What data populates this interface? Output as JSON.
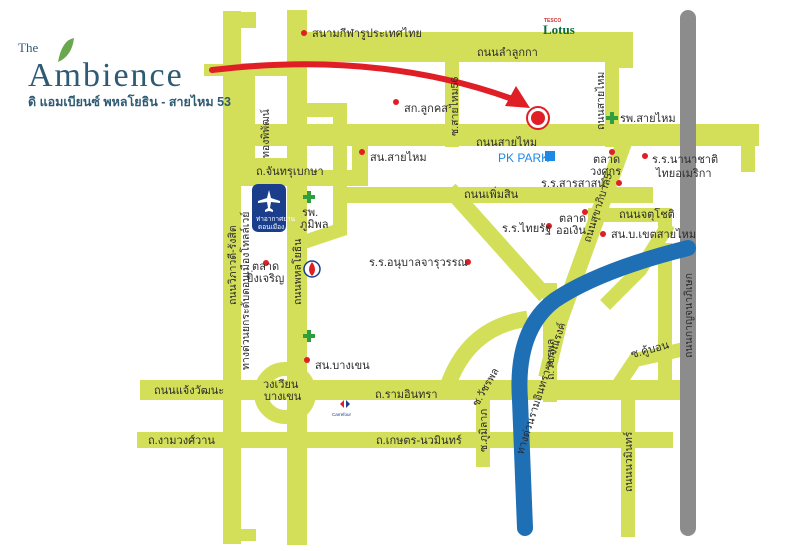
{
  "logo": {
    "the": "The",
    "name": "Ambience",
    "subtitle": "ดิ แอมเบียนซ์ พหลโยธิน - สายไหม 53"
  },
  "colors": {
    "road": "#d3df58",
    "expressway": "#1f6fb5",
    "railway": "#8c8c8c",
    "arrow": "#e01e25",
    "destination": "#e01e25",
    "hospital_cross": "#2e9e3e",
    "logo": "#2e5b73"
  },
  "landmarks": {
    "stadium": "สนามกีฬารูประเทศไทย",
    "tesco_small": "TESCO",
    "tesco": "Lotus",
    "saikhlong": "สก.ลูกคส",
    "pk_park": "PK PARK",
    "hospital_saimai": "รพ.สายไหม",
    "school_nanachat": "ร.ร.นานาชาติ",
    "school_nanachat2": "ไทยอเมริกา",
    "market_wongsakorn": "ตลาด",
    "market_wongsakorn2": "วงศกร",
    "school_saranlak": "ร.ร.สารสาสน์",
    "market_oongern": "ตลาด",
    "market_oongern2": "ออเงิน",
    "school_thairat": "ร.ร.ไทยรัฐ",
    "police_saimai": "สน.สายไหม",
    "police_bangkhen_saimai": "สน.บ.เขตสายไหม",
    "airport_th": "ท่าอากาศยาน",
    "airport_en": "ดอนเมือง",
    "hospital_bhumibol": "รพ.",
    "hospital_bhumibol2": "ภูมิพล",
    "market_yingcharoen": "ตลาด",
    "market_yingcharoen2": "ยิ่งเจริญ",
    "school_anubaan": "ร.ร.อนุบาลจารุวรรณ",
    "police_bangkhen": "สน.บางเขน",
    "circle": "วงเวียน",
    "circle2": "บางเขน",
    "carrefour": "Carrefour"
  },
  "roads": {
    "lamlukka": "ถนนลำลูกกา",
    "saimai": "ถนนสายไหม",
    "phaholyothin_station": "ถ.จันทรุเบกษา",
    "phahonyothin": "ถนนพหลโยธิน",
    "sukhaphiban5": "ถนนเพิ่มสิน",
    "raminthra": "ถ.รามอินทรา",
    "chaengwattana": "ถนนแจ้งวัฒนะ",
    "ngamwongwan": "ถ.งามวงศ์วาน",
    "kaset_nawamin": "ถ.เกษตร-นวมินทร์",
    "vibhavadi": "ถนนวิภาวดี-รังสิต",
    "tollway": "ทางด่วนยกระดับดอนเมืองโทลล์เวย์",
    "saimai_soi": "ซ.สายไหม56",
    "sukhaphiban": "ซ.วัชรพล",
    "watcharaphon": "ถ.วัชรพล",
    "khubon": "ซ.คู้บอน",
    "saimai_soi2": "ถนนสุขาภิบาล5",
    "express_road": "ทางด่วนรามอินทรา-อาจณรงค์",
    "ch_yong": "ถนนจตุโชติ",
    "phahon_53": "ถนนสายไหม",
    "khlong_thanon": "ซ.ภูมิลาภ",
    "nawamin": "ถนนนวมินทร์",
    "kawin": "ถนนกาญจนาภิเษก",
    "railway": "ถนนพหลโยธิน",
    "phahon_dup": "ทองพิพัฒน์",
    "soi_ram": "ซ.รามอินทรา"
  }
}
